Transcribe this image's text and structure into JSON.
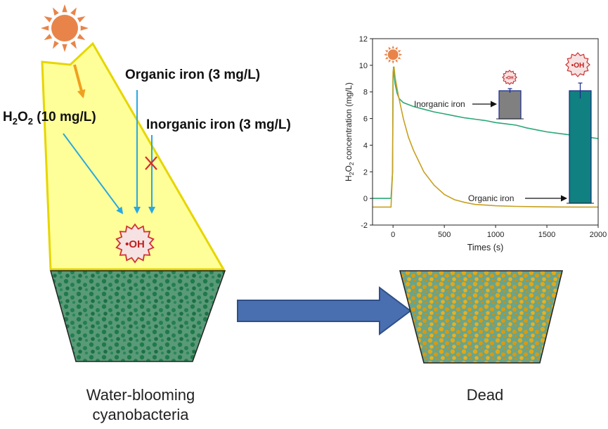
{
  "labels": {
    "h2o2_main": "H",
    "h2o2_sub1": "2",
    "h2o2_mid": "O",
    "h2o2_sub2": "2",
    "h2o2_rest": " (10 mg/L)",
    "organic_iron": "Organic iron (3 mg/L)",
    "inorganic_iron": "Inorganic iron (3 mg/L)",
    "oh_radical": "•OH",
    "oh_radical_small": "•OH",
    "oh_radical_large": "•OH",
    "caption_left_line1": "Water-blooming",
    "caption_left_line2": "cyanobacteria",
    "caption_right": "Dead"
  },
  "colors": {
    "light_beam": "#ffff99",
    "beam_edge": "#e6d600",
    "sun": "#e8844a",
    "arrow_blue": "#29a8e0",
    "arrow_orange": "#f0a020",
    "cross_red": "#d03030",
    "big_arrow": "#4a6fb0",
    "curve_green": "#2aa876",
    "curve_gold": "#c8a020",
    "bar_grey": "#808080",
    "bar_teal": "#108080"
  },
  "icons": {
    "sun": "sun-icon",
    "oh_burst": "radical-burst-icon",
    "blocked": "cross-icon"
  },
  "chart_data": {
    "type": "line",
    "xlabel": "Times (s)",
    "ylabel_main": "H",
    "ylabel_sub1": "2",
    "ylabel_mid": "O",
    "ylabel_sub2": "2",
    "ylabel_rest": " concentration (mg/L)",
    "xlim": [
      -200,
      2000
    ],
    "ylim": [
      -2,
      12
    ],
    "xticks": [
      0,
      500,
      1000,
      1500,
      2000
    ],
    "yticks": [
      -2,
      0,
      2,
      4,
      6,
      8,
      10,
      12
    ],
    "annotations": [
      "Inorganic iron",
      "Organic iron"
    ],
    "series": [
      {
        "color": "#2aa876",
        "x": [
          -200,
          -20,
          -5,
          0,
          5,
          10,
          20,
          40,
          60,
          100,
          200,
          300,
          400,
          500,
          600,
          700,
          800,
          900,
          1000,
          1100,
          1200,
          1250,
          1300,
          1400,
          1500,
          1600,
          1700,
          1800,
          1900,
          2000
        ],
        "y": [
          0,
          0,
          2,
          9.2,
          9.9,
          9.3,
          8.6,
          7.9,
          7.5,
          7.2,
          6.9,
          6.7,
          6.5,
          6.35,
          6.2,
          6.05,
          5.95,
          5.85,
          5.7,
          5.6,
          5.5,
          5.4,
          5.3,
          5.15,
          5.0,
          4.9,
          4.8,
          4.7,
          4.6,
          4.5
        ]
      },
      {
        "color": "#c8a020",
        "x": [
          -200,
          -20,
          -5,
          0,
          10,
          20,
          50,
          100,
          150,
          200,
          300,
          400,
          500,
          600,
          700,
          800,
          900,
          1000,
          1200,
          1400,
          1600,
          1800,
          2000
        ],
        "y": [
          -0.65,
          -0.65,
          2,
          9.5,
          9.9,
          9.1,
          7.8,
          6.0,
          4.6,
          3.6,
          2.0,
          1.0,
          0.3,
          -0.1,
          -0.3,
          -0.45,
          -0.5,
          -0.55,
          -0.6,
          -0.62,
          -0.64,
          -0.65,
          -0.65
        ]
      }
    ],
    "inset_bars": [
      {
        "value": 8.0,
        "err": 0.6,
        "color": "#808080"
      },
      {
        "value": 8.05,
        "err": 0.55,
        "color": "#108080"
      }
    ]
  }
}
